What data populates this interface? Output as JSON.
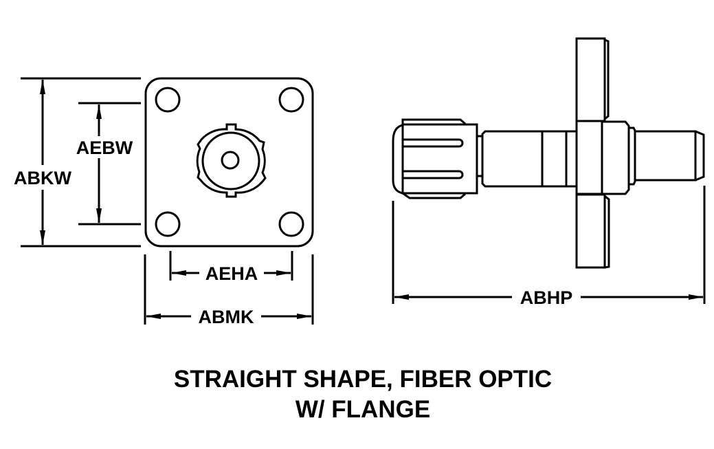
{
  "dimensions": {
    "abkw": "ABKW",
    "aebw": "AEBW",
    "aeha": "AEHA",
    "abmk": "ABMK",
    "abhp": "ABHP"
  },
  "title": {
    "line1": "STRAIGHT SHAPE, FIBER OPTIC",
    "line2": "W/ FLANGE"
  }
}
